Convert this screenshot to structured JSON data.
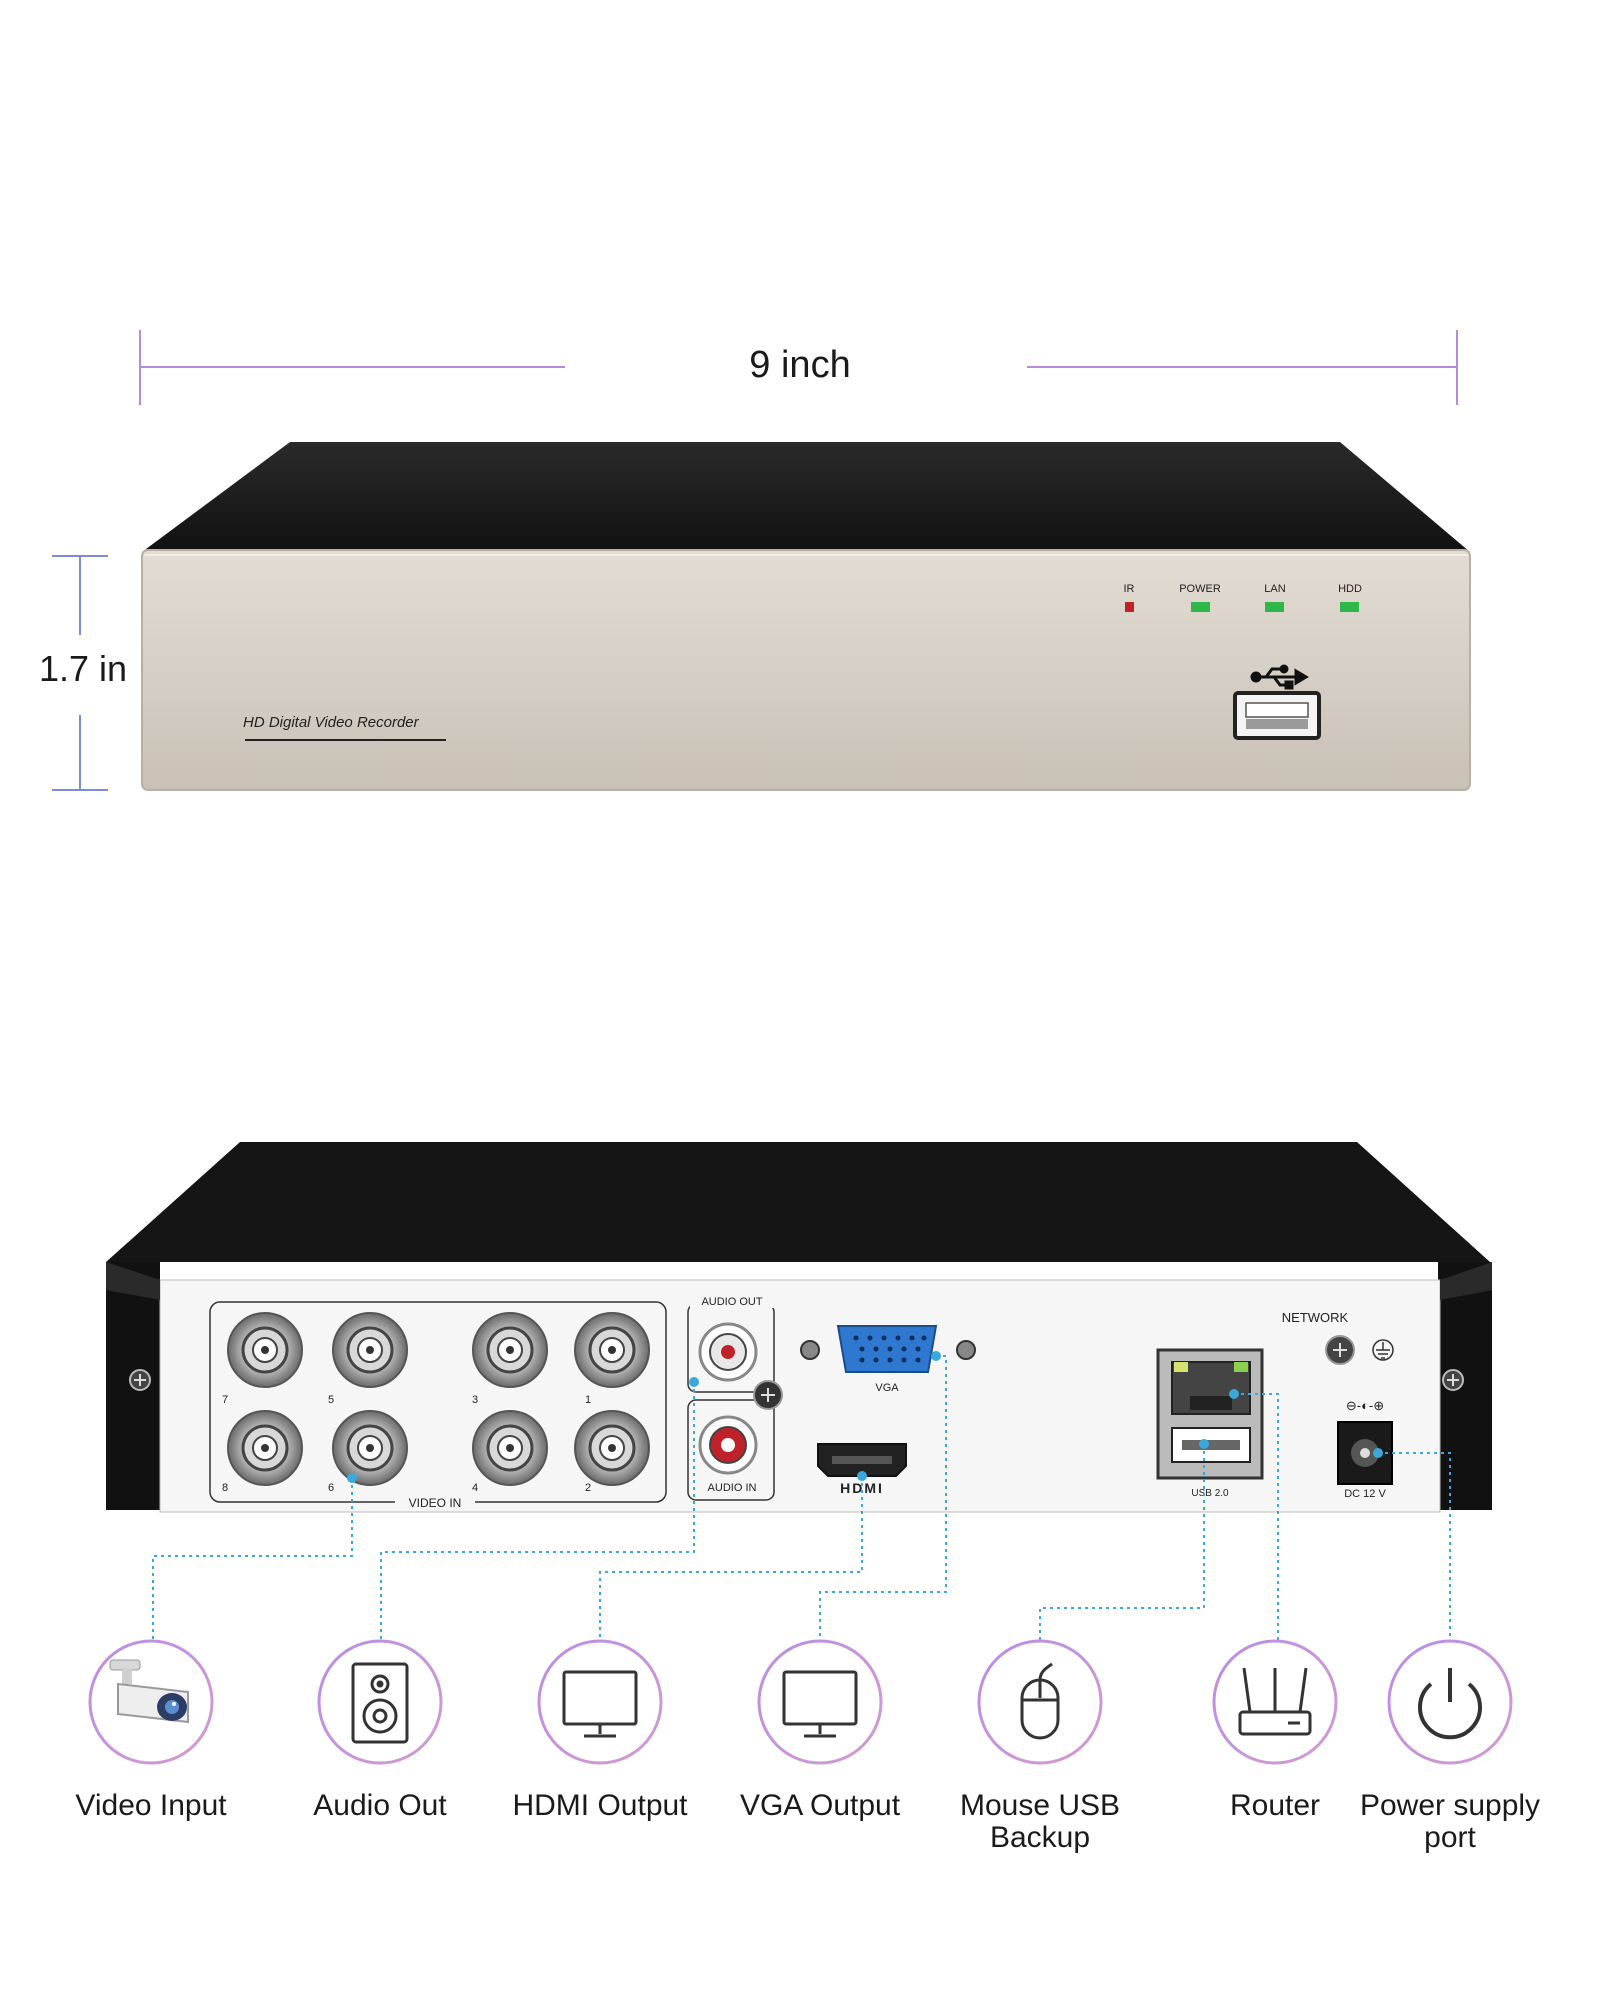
{
  "dimensions": {
    "width": "9 inch",
    "height": "1.7 in"
  },
  "front_panel": {
    "brand_text": "HD Digital Video Recorder",
    "indicators": [
      "IR",
      "POWER",
      "LAN",
      "HDD"
    ],
    "usb_symbol": "usb-icon"
  },
  "rear_panel": {
    "video_in_label": "VIDEO IN",
    "bnc_numbers_top": [
      "7",
      "5",
      "3",
      "1"
    ],
    "bnc_numbers_bottom": [
      "8",
      "6",
      "4",
      "2"
    ],
    "audio_out_label": "AUDIO OUT",
    "audio_in_label": "AUDIO IN",
    "vga_label": "VGA",
    "hdmi_label": "HDMI",
    "network_label": "NETWORK",
    "usb_label": "USB 2.0",
    "dc_label": "DC 12 V",
    "polarity_symbol": "⊖-◐-⊕"
  },
  "features": [
    {
      "label": "Video Input",
      "icon": "security-camera-icon"
    },
    {
      "label": "Audio Out",
      "icon": "speaker-icon"
    },
    {
      "label": "HDMI Output",
      "icon": "monitor-icon"
    },
    {
      "label": "VGA Output",
      "icon": "monitor-icon"
    },
    {
      "label": "Mouse USB Backup",
      "icon": "mouse-icon"
    },
    {
      "label": "Router",
      "icon": "router-icon"
    },
    {
      "label": "Power supply port",
      "icon": "power-icon"
    }
  ],
  "colors": {
    "dimension_line": "#b58be0",
    "connector_line": "#3aa7dd",
    "led_green": "#2fb84a",
    "led_red": "#c0222a",
    "vga_blue": "#2f78d0"
  }
}
